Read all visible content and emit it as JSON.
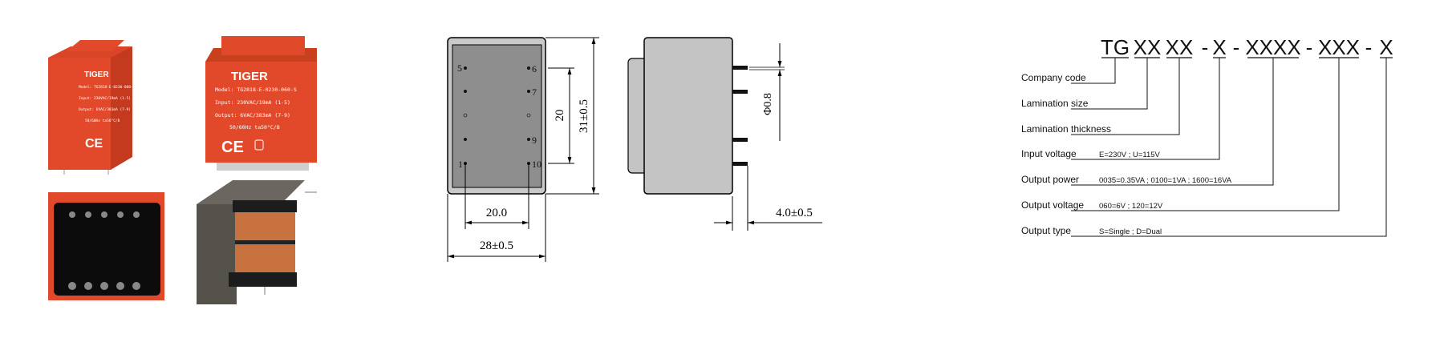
{
  "photos": {
    "brand": "TIGER",
    "model": "Model: TG2818-E-0230-060-S",
    "input": "Input: 230VAC/19mA (1-5)",
    "output": "Output: 6VAC/383mA (7-9)",
    "rating": "50/60Hz   ta50°C/B",
    "ce_mark": "CE",
    "colors": {
      "housing": "#e2492a",
      "potting": "#0c0c0c",
      "core": "#5a5650",
      "copper": "#c8723f"
    }
  },
  "front_view": {
    "pins": {
      "p5": "5",
      "p6": "6",
      "p7": "7",
      "p9": "9",
      "p1": "1",
      "p10": "10"
    },
    "dim_pin_rows": "20",
    "dim_height": "31±0.5",
    "dim_pin_spacing": "20.0",
    "dim_width": "28±0.5",
    "colors": {
      "frame": "#c9c9c9",
      "face": "#8e8e8e"
    }
  },
  "side_view": {
    "dim_pin_diameter": "Φ0.8",
    "dim_pin_length": "4.0±0.5",
    "colors": {
      "body": "#c4c4c4"
    }
  },
  "part_code": {
    "segments": [
      "TG",
      "XX",
      "XX",
      "-",
      "X",
      "-",
      "XXXX",
      "-",
      "XXX",
      "-",
      "X"
    ],
    "rows": [
      {
        "label": "Company code",
        "desc": ""
      },
      {
        "label": "Lamination size",
        "desc": ""
      },
      {
        "label": "Lamination thickness",
        "desc": ""
      },
      {
        "label": "Input voltage",
        "desc": "E=230V ; U=115V"
      },
      {
        "label": "Output power",
        "desc": "0035=0.35VA ; 0100=1VA ; 1600=16VA"
      },
      {
        "label": "Output voltage",
        "desc": "060=6V ; 120=12V"
      },
      {
        "label": "Output type",
        "desc": "S=Single ; D=Dual"
      }
    ]
  }
}
